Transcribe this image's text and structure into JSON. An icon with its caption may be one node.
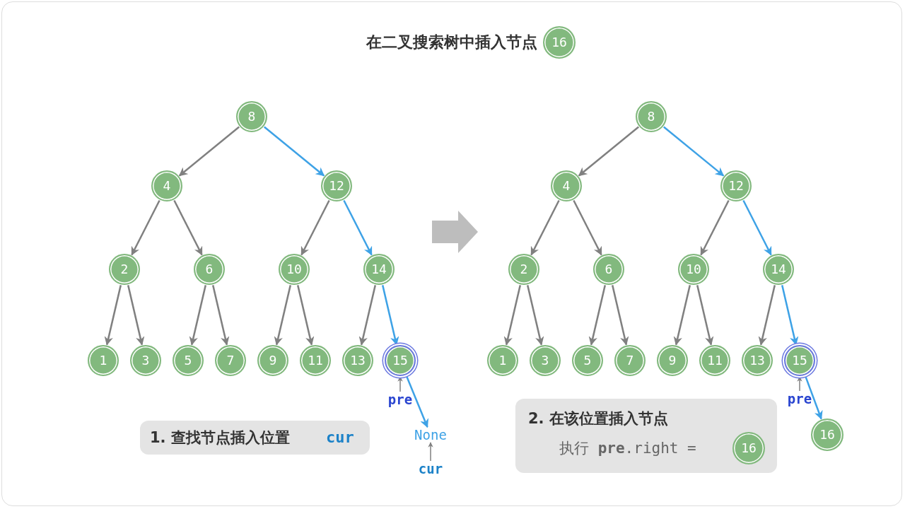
{
  "diagram": {
    "title": "在二叉搜索树中插入节点",
    "nodes": [
      {
        "text": [
          "16"
        ]
      },
      {
        "text": [
          "8"
        ]
      },
      {
        "text": [
          "4"
        ]
      },
      {
        "text": [
          "12"
        ]
      },
      {
        "text": [
          "2"
        ]
      },
      {
        "text": [
          "6"
        ]
      },
      {
        "text": [
          "10"
        ]
      },
      {
        "text": [
          "14"
        ]
      },
      {
        "text": [
          "1"
        ]
      },
      {
        "text": [
          "3"
        ]
      },
      {
        "text": [
          "5"
        ]
      },
      {
        "text": [
          "7"
        ]
      },
      {
        "text": [
          "9"
        ]
      },
      {
        "text": [
          "11"
        ]
      },
      {
        "text": [
          "13"
        ]
      },
      {
        "text": [
          "15"
        ]
      },
      {
        "text": [
          "None"
        ]
      },
      {
        "text": [
          "pre"
        ]
      },
      {
        "text": [
          "cur"
        ]
      },
      {
        "text": [
          "1. 查找节点插入位置",
          "cur"
        ]
      },
      {
        "text": [
          "8"
        ]
      },
      {
        "text": [
          "4"
        ]
      },
      {
        "text": [
          "12"
        ]
      },
      {
        "text": [
          "2"
        ]
      },
      {
        "text": [
          "6"
        ]
      },
      {
        "text": [
          "10"
        ]
      },
      {
        "text": [
          "14"
        ]
      },
      {
        "text": [
          "1"
        ]
      },
      {
        "text": [
          "3"
        ]
      },
      {
        "text": [
          "5"
        ]
      },
      {
        "text": [
          "7"
        ]
      },
      {
        "text": [
          "9"
        ]
      },
      {
        "text": [
          "11"
        ]
      },
      {
        "text": [
          "13"
        ]
      },
      {
        "text": [
          "15"
        ]
      },
      {
        "text": [
          "16"
        ]
      },
      {
        "text": [
          "pre"
        ]
      },
      {
        "text": [
          "2. 在该位置插入节点",
          "执行 **pre**.right ="
        ]
      },
      {
        "text": [
          "16"
        ],
        "in": 37
      }
    ],
    "edges": [
      {
        "from": 1,
        "to": 2,
        "arrow": "to"
      },
      {
        "from": 1,
        "to": 3,
        "arrow": "to",
        "color": "#3ea2e6"
      },
      {
        "from": 2,
        "to": 4,
        "arrow": "to"
      },
      {
        "from": 2,
        "to": 5,
        "arrow": "to"
      },
      {
        "from": 3,
        "to": 6,
        "arrow": "to"
      },
      {
        "from": 3,
        "to": 7,
        "arrow": "to",
        "color": "#3ea2e6"
      },
      {
        "from": 4,
        "to": 8,
        "arrow": "to"
      },
      {
        "from": 4,
        "to": 9,
        "arrow": "to"
      },
      {
        "from": 5,
        "to": 10,
        "arrow": "to"
      },
      {
        "from": 5,
        "to": 11,
        "arrow": "to"
      },
      {
        "from": 6,
        "to": 12,
        "arrow": "to"
      },
      {
        "from": 6,
        "to": 13,
        "arrow": "to"
      },
      {
        "from": 7,
        "to": 14,
        "arrow": "to"
      },
      {
        "from": 7,
        "to": 15,
        "arrow": "to",
        "color": "#3ea2e6"
      },
      {
        "from": 15,
        "to": 16,
        "arrow": "to",
        "color": "#3ea2e6"
      },
      {
        "from": 17,
        "to": 15,
        "arrow": "to"
      },
      {
        "from": 18,
        "to": 16,
        "arrow": "to"
      },
      {
        "from": 20,
        "to": 21,
        "arrow": "to"
      },
      {
        "from": 20,
        "to": 22,
        "arrow": "to",
        "color": "#3ea2e6"
      },
      {
        "from": 21,
        "to": 23,
        "arrow": "to"
      },
      {
        "from": 21,
        "to": 24,
        "arrow": "to"
      },
      {
        "from": 22,
        "to": 25,
        "arrow": "to"
      },
      {
        "from": 22,
        "to": 26,
        "arrow": "to",
        "color": "#3ea2e6"
      },
      {
        "from": 23,
        "to": 27,
        "arrow": "to"
      },
      {
        "from": 23,
        "to": 28,
        "arrow": "to"
      },
      {
        "from": 24,
        "to": 29,
        "arrow": "to"
      },
      {
        "from": 24,
        "to": 30,
        "arrow": "to"
      },
      {
        "from": 25,
        "to": 31,
        "arrow": "to"
      },
      {
        "from": 25,
        "to": 32,
        "arrow": "to"
      },
      {
        "from": 26,
        "to": 33,
        "arrow": "to"
      },
      {
        "from": 26,
        "to": 34,
        "arrow": "to",
        "color": "#3ea2e6"
      },
      {
        "from": 34,
        "to": 35,
        "arrow": "to",
        "color": "#3ea2e6"
      },
      {
        "from": 36,
        "to": 34,
        "arrow": "to"
      }
    ]
  }
}
